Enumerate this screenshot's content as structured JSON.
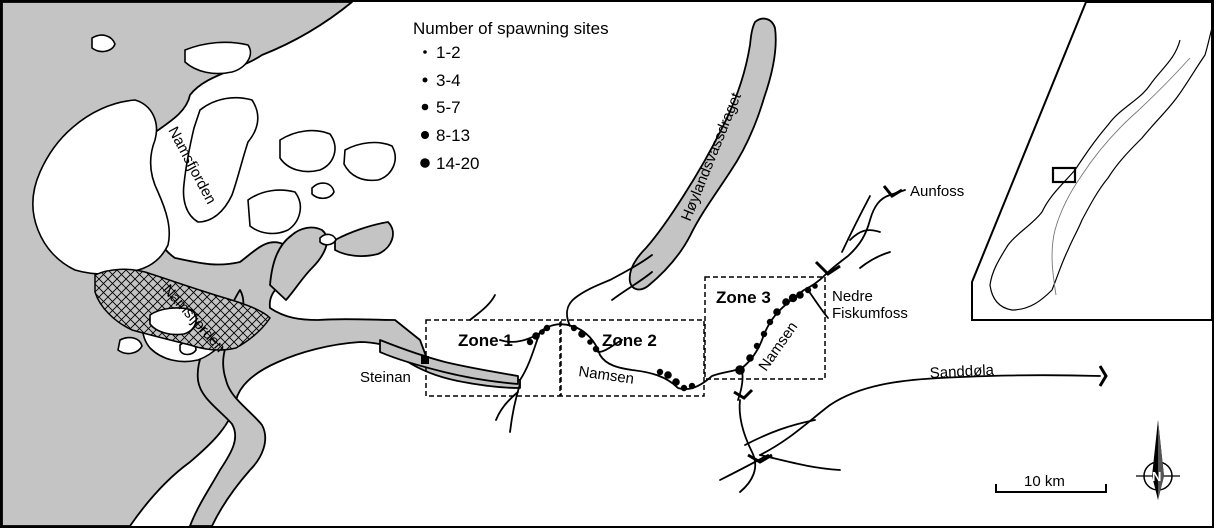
{
  "legend": {
    "title": "Number of spawning sites",
    "classes": [
      "1-2",
      "3-4",
      "5-7",
      "8-13",
      "14-20"
    ]
  },
  "places": {
    "fjord_upper": "Namsfjorden",
    "fjord_lower": "Namsfjorden",
    "hoylandsvassdraget": "Høylandsvassdraget",
    "aunfoss": "Aunfoss",
    "nedre_fiskumfoss_line1": "Nedre",
    "nedre_fiskumfoss_line2": "Fiskumfoss",
    "steinan": "Steinan",
    "namsen_zone2": "Namsen",
    "namsen_zone3": "Namsen",
    "sanddola": "Sanddøla"
  },
  "zones": [
    {
      "label": "Zone 1"
    },
    {
      "label": "Zone 2"
    },
    {
      "label": "Zone 3"
    }
  ],
  "scalebar": {
    "label": "10 km"
  },
  "north_arrow": {
    "label": "N"
  },
  "colors": {
    "water": "#c4c4c4",
    "land": "#ffffff",
    "ink": "#000000"
  }
}
